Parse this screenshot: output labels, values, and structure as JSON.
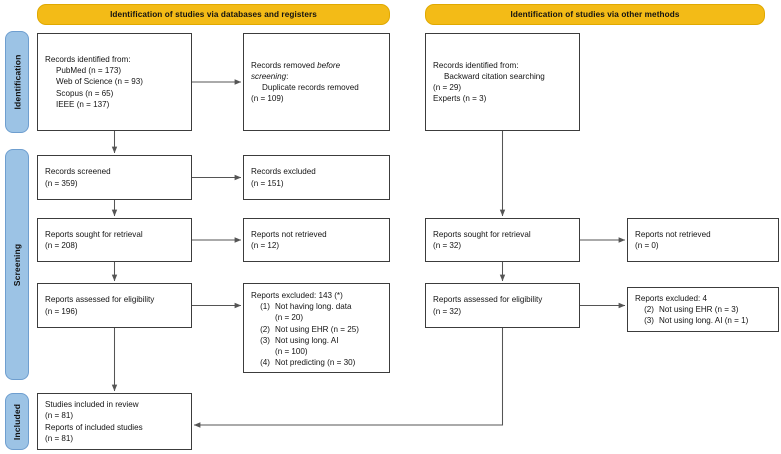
{
  "diagram": {
    "title": "PRISMA 2020 flow diagram",
    "colors": {
      "header_amber": "#F3BB17",
      "phase_blue": "#9CC3E5",
      "box_border": "#3C3C3C",
      "connector": "#555555",
      "text": "#141414"
    }
  },
  "headers": {
    "left": "Identification of studies via databases and registers",
    "right": "Identification of studies via other methods"
  },
  "phases": [
    {
      "id": "identification",
      "label": "Identification"
    },
    {
      "id": "screening",
      "label": "Screening"
    },
    {
      "id": "included",
      "label": "Included"
    }
  ],
  "left_column": {
    "records_identified": {
      "line1": "Records identified from:",
      "line2": "PubMed (n = 173)",
      "line3": "Web of Science (n = 93)",
      "line4": "Scopus (n = 65)",
      "line5": "IEEE (n = 137)"
    },
    "records_removed": {
      "line1": "Records removed ",
      "line1_em": "before",
      "line2": "screening",
      "line2_tail": ":",
      "line3": "Duplicate records removed",
      "line4": "(n = 109)"
    },
    "records_screened": {
      "line1": "Records screened",
      "line2": "(n = 359)"
    },
    "records_excluded": {
      "line1": "Records excluded",
      "line2": "(n = 151)"
    },
    "reports_sought": {
      "line1": "Reports sought for retrieval",
      "line2": "(n = 208)"
    },
    "reports_not_retrieved": {
      "line1": "Reports not retrieved",
      "line2": "(n = 12)"
    },
    "reports_assessed": {
      "line1": "Reports assessed for eligibility",
      "line2": "(n = 196)"
    },
    "reports_excluded": {
      "heading": "Reports excluded: 143 (*)",
      "items": [
        {
          "num": "(1)",
          "text": "Not having long. data",
          "sub": "(n = 20)"
        },
        {
          "num": "(2)",
          "text": "Not using EHR (n = 25)",
          "sub": ""
        },
        {
          "num": "(3)",
          "text": "Not using long. AI",
          "sub": "(n = 100)"
        },
        {
          "num": "(4)",
          "text": "Not predicting (n = 30)",
          "sub": ""
        }
      ]
    },
    "studies_included": {
      "line1": "Studies included in review",
      "line2": "(n = 81)",
      "line3": "Reports of included studies",
      "line4": "(n = 81)"
    }
  },
  "right_column": {
    "records_identified": {
      "line1": "Records identified from:",
      "line2": "Backward citation searching",
      "line3": "(n = 29)",
      "line4": "Experts (n = 3)"
    },
    "reports_sought": {
      "line1": "Reports sought for retrieval",
      "line2": "(n = 32)"
    },
    "reports_not_retrieved": {
      "line1": "Reports not retrieved",
      "line2": "(n = 0)"
    },
    "reports_assessed": {
      "line1": "Reports assessed for eligibility",
      "line2": "(n = 32)"
    },
    "reports_excluded": {
      "heading": "Reports excluded: 4",
      "items": [
        {
          "num": "(2)",
          "text": "Not using EHR (n = 3)",
          "sub": ""
        },
        {
          "num": "(3)",
          "text": "Not using long. AI (n = 1)",
          "sub": ""
        }
      ]
    }
  }
}
